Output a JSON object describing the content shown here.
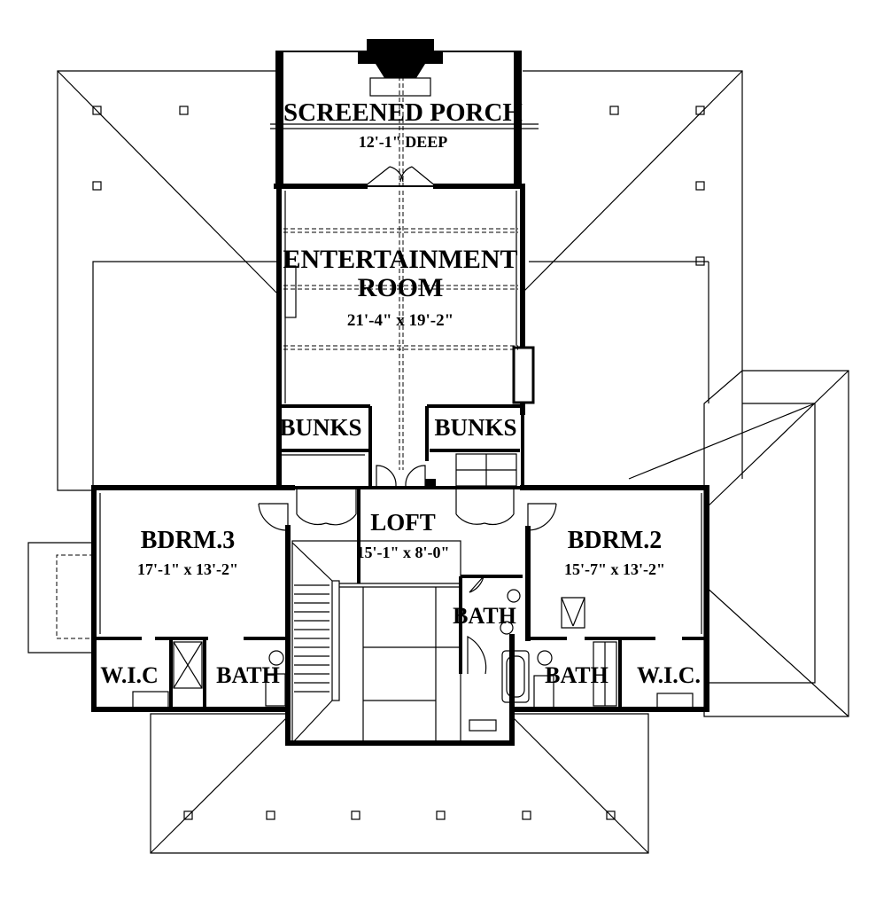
{
  "rooms": {
    "screened_porch": {
      "name": "SCREENED PORCH",
      "dim": "12'-1\" DEEP"
    },
    "entertainment": {
      "name_line1": "ENTERTAINMENT",
      "name_line2": "ROOM",
      "dim": "21'-4\" x 19'-2\""
    },
    "bunks_left": {
      "name": "BUNKS"
    },
    "bunks_right": {
      "name": "BUNKS"
    },
    "loft": {
      "name": "LOFT",
      "dim": "15'-1\" x 8'-0\""
    },
    "bdrm3": {
      "name": "BDRM.3",
      "dim": "17'-1\" x 13'-2\""
    },
    "bdrm2": {
      "name": "BDRM.2",
      "dim": "15'-7\" x 13'-2\""
    },
    "bath_center": {
      "name": "BATH"
    },
    "bath_left": {
      "name": "BATH"
    },
    "bath_right": {
      "name": "BATH"
    },
    "wic_left": {
      "name": "W.I.C"
    },
    "wic_right": {
      "name": "W.I.C."
    }
  }
}
